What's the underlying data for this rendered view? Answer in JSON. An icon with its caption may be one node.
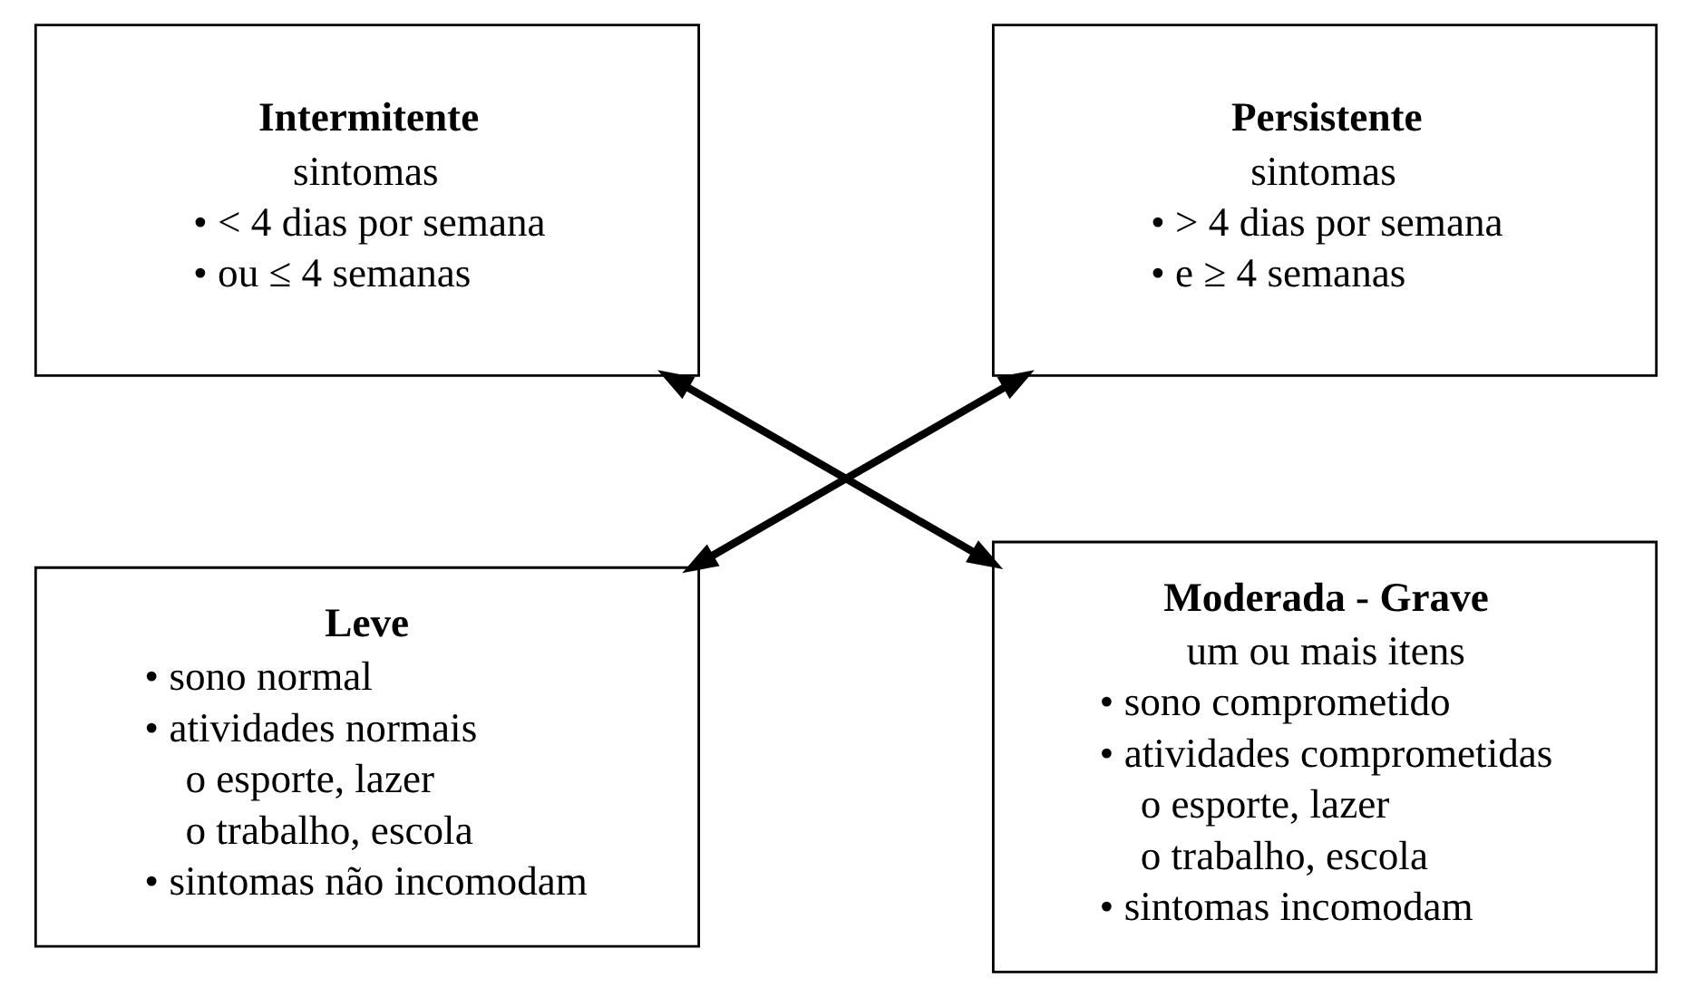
{
  "diagram": {
    "nodes": [
      {
        "text": [
          "Intermitente",
          "sintomas",
          "• < 4 dias por semana",
          "• ou ≤ 4 semanas"
        ]
      },
      {
        "text": [
          "Persistente",
          "sintomas",
          "• > 4 dias por semana",
          "• e ≥ 4 semanas"
        ]
      },
      {
        "text": [
          "Leve",
          "• sono normal",
          "• atividades normais",
          "o esporte, lazer",
          "o trabalho, escola",
          "• sintomas não incomodam"
        ]
      },
      {
        "text": [
          "Moderada - Grave",
          "um ou mais itens",
          "• sono comprometido",
          "• atividades comprometidas",
          "o esporte, lazer",
          "o trabalho, escola",
          "• sintomas incomodam"
        ]
      }
    ],
    "edges": [
      {
        "from": 0,
        "to": 3,
        "arrow": "both"
      },
      {
        "from": 1,
        "to": 2,
        "arrow": "both"
      }
    ]
  }
}
